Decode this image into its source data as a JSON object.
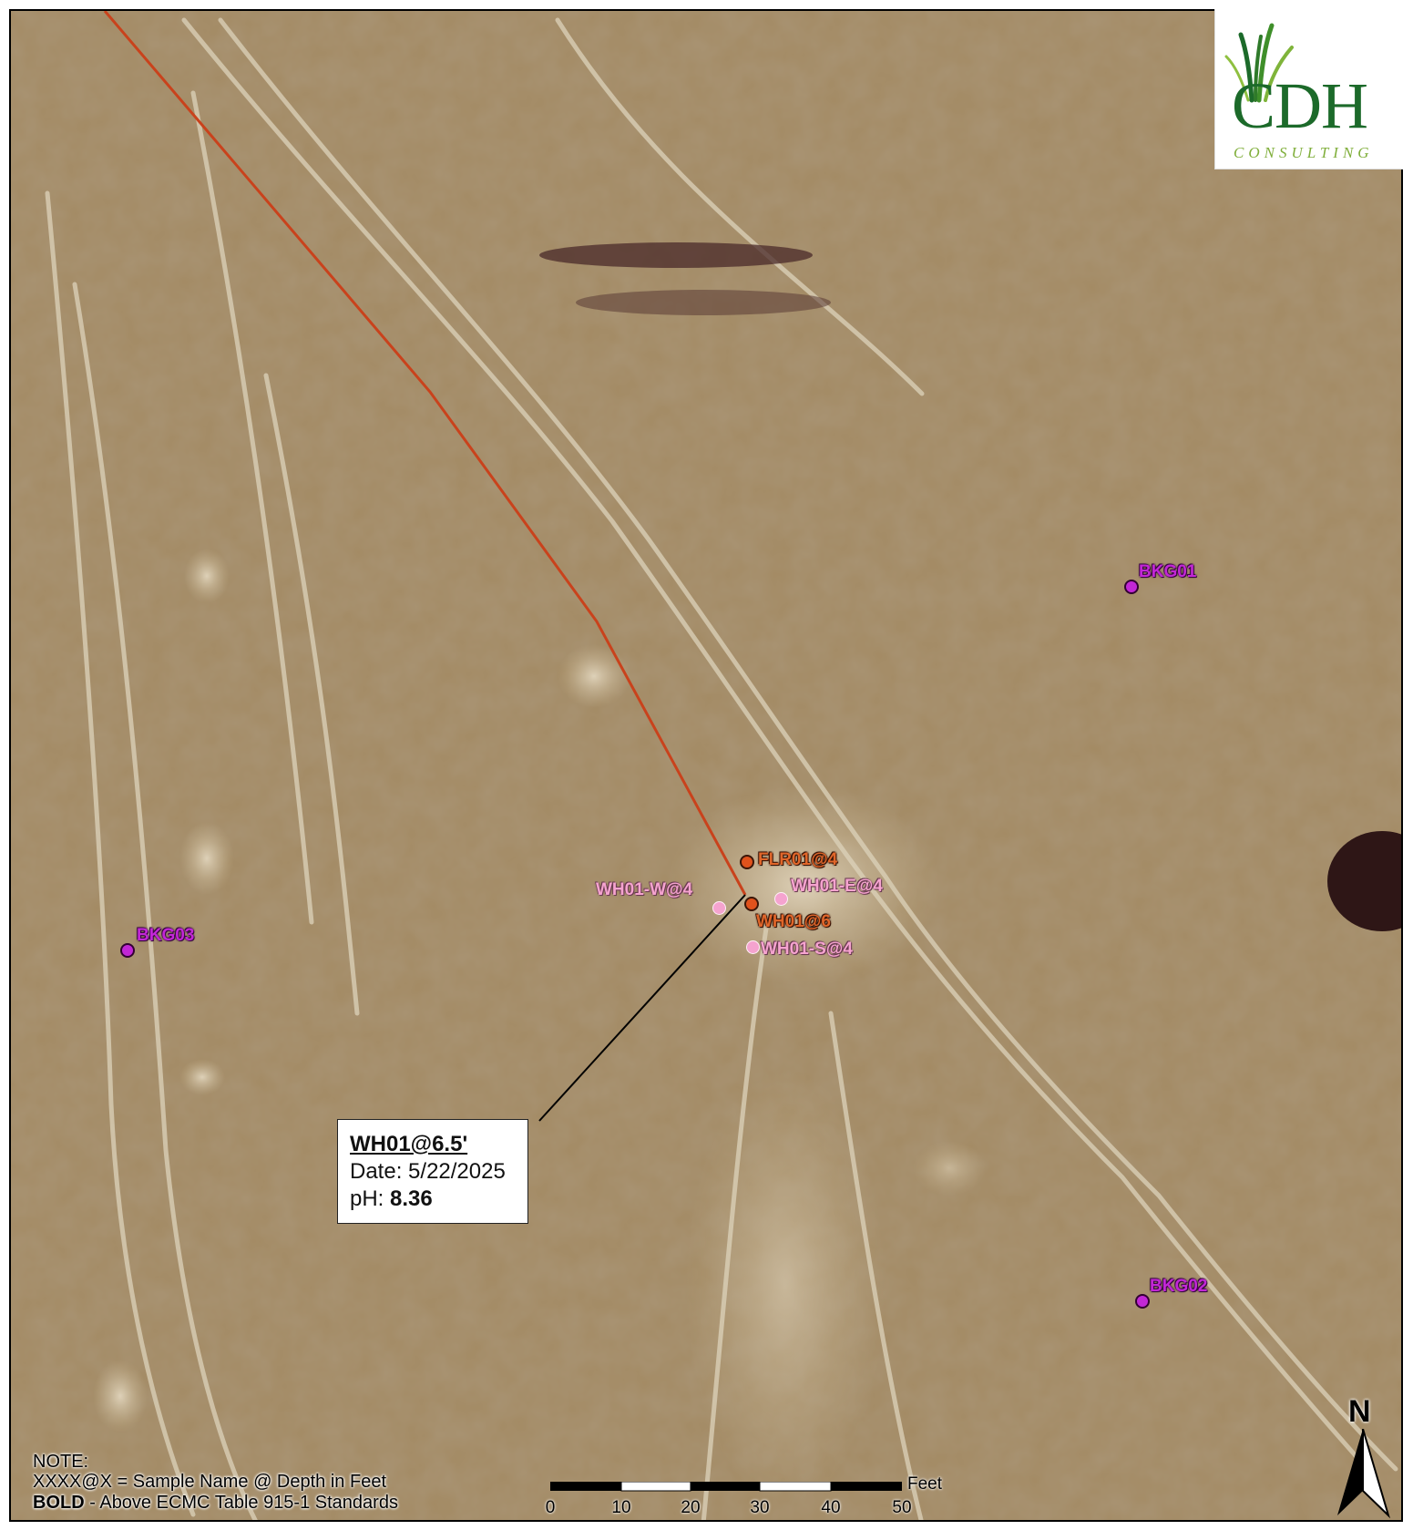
{
  "colors": {
    "background_sample": "#c227d6",
    "sample_orange": "#e0521c",
    "sample_pink": "#f5a3cf",
    "flowline": "#c9421c",
    "logo_green": "#1c6a2a"
  },
  "logo": {
    "letters": "CDH",
    "subtitle": "CONSULTING"
  },
  "samples": {
    "bkg01": "BKG01",
    "bkg02": "BKG02",
    "bkg03": "BKG03",
    "flr01": "FLR01@4",
    "wh01": "WH01@6",
    "wh01_w": "WH01-W@4",
    "wh01_e": "WH01-E@4",
    "wh01_s": "WH01-S@4"
  },
  "callout": {
    "title": "WH01@6.5'",
    "date_label": "Date:",
    "date_value": "5/22/2025",
    "ph_label": "pH:",
    "ph_value": "8.36"
  },
  "note": {
    "heading": "NOTE:",
    "line1": "XXXX@X = Sample Name @ Depth in Feet",
    "line2_bold": "BOLD",
    "line2_rest": "- Above ECMC Table 915-1 Standards"
  },
  "scale_bar": {
    "unit": "Feet",
    "ticks": [
      "0",
      "10",
      "20",
      "30",
      "40",
      "50"
    ]
  },
  "north_arrow": {
    "letter": "N"
  }
}
